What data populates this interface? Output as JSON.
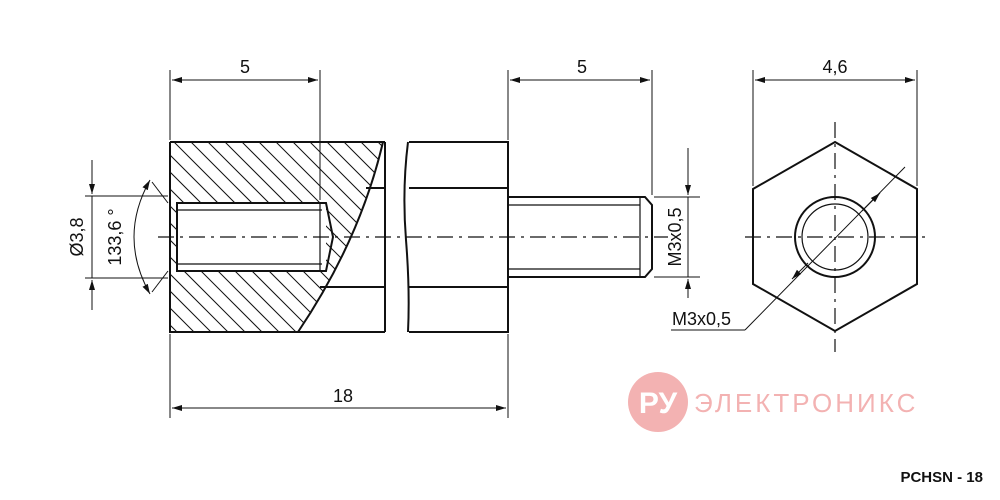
{
  "dimensions": {
    "left_length": "5",
    "stud_length": "5",
    "hex_width": "4,6",
    "total_length": "18",
    "bore_diameter": "Ø3,8",
    "chamfer_angle": "133,6 °",
    "stud_thread": "M3x0,5",
    "hex_thread": "M3x0,5"
  },
  "logo": {
    "badge": "РУ",
    "name": "ЭЛЕКТРОНИКС",
    "color": "#f3b2b2"
  },
  "part_code": "PCHSN - 18"
}
